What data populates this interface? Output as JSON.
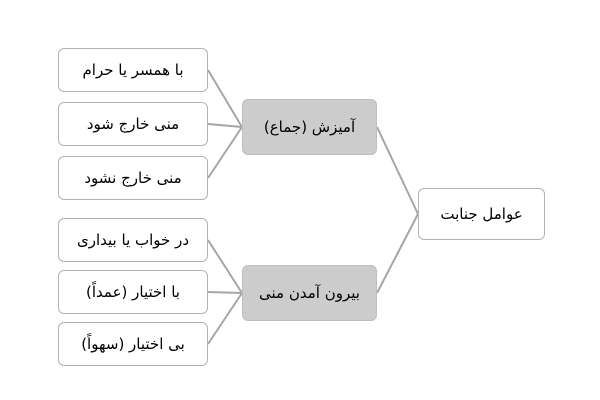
{
  "diagram": {
    "title_text": "عوامل جنابت",
    "direction": "rtl",
    "colors": {
      "branch_fill": "#cccccc",
      "leaf_fill": "#ffffff",
      "border": "#b3b3b3",
      "connector": "#a6a6a6",
      "text": "#000000",
      "background": "#ffffff"
    },
    "root": {
      "label": "عوامل جنابت"
    },
    "branches": [
      {
        "label": "آمیزش (جماع)",
        "children": [
          {
            "label": "با همسر یا حرام"
          },
          {
            "label": "منی خارج شود"
          },
          {
            "label": "منی خارج نشود"
          }
        ]
      },
      {
        "label": "بیرون آمدن منی",
        "children": [
          {
            "label": "در خواب یا بیداری"
          },
          {
            "label": "با اختیار (عمداً)"
          },
          {
            "label": "بی اختیار (سهواً)"
          }
        ]
      }
    ]
  }
}
